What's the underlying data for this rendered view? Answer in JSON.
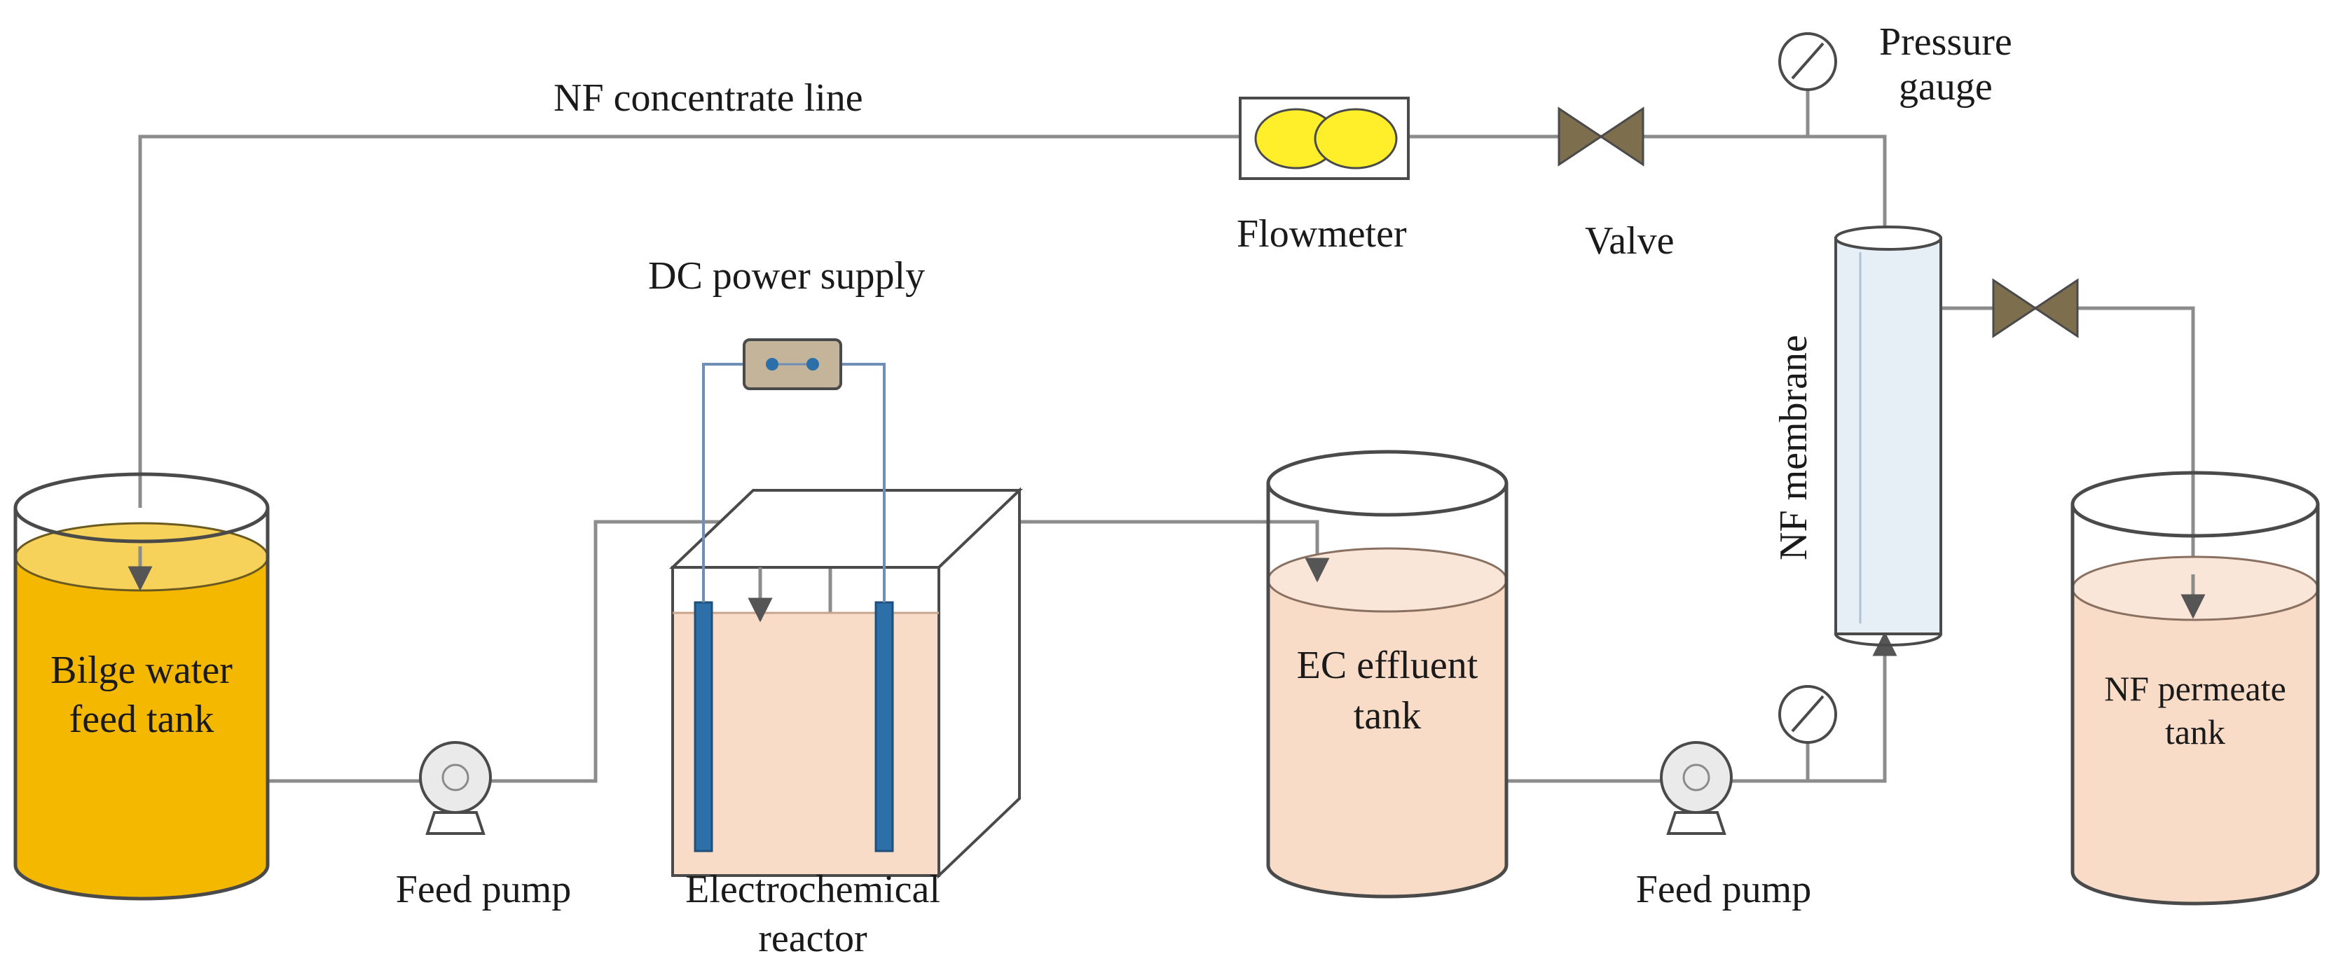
{
  "labels": {
    "nf_concentrate_line": "NF concentrate line",
    "pressure_gauge_line1": "Pressure",
    "pressure_gauge_line2": "gauge",
    "flowmeter": "Flowmeter",
    "valve": "Valve",
    "dc_power_supply": "DC power supply",
    "nf_membrane": "NF membrane",
    "bilge_tank_line1": "Bilge water",
    "bilge_tank_line2": "feed tank",
    "ec_tank_line1": "EC effluent",
    "ec_tank_line2": "tank",
    "nf_permeate_line1": "NF permeate",
    "nf_permeate_line2": "tank",
    "feed_pump_left": "Feed pump",
    "feed_pump_right": "Feed pump",
    "reactor_line1": "Electrochemical",
    "reactor_line2": "reactor"
  },
  "colors": {
    "bilge_water": "#f5b800",
    "bilge_water_top": "#f7d25a",
    "effluent": "#f8dcc8",
    "effluent_top": "#fae6d8",
    "valve": "#7d6f4e",
    "flowmeter_ellipse": "#ffee2a",
    "power_supply": "#c4b59a",
    "electrode": "#2d6fa8",
    "membrane": "#e6eef6"
  }
}
